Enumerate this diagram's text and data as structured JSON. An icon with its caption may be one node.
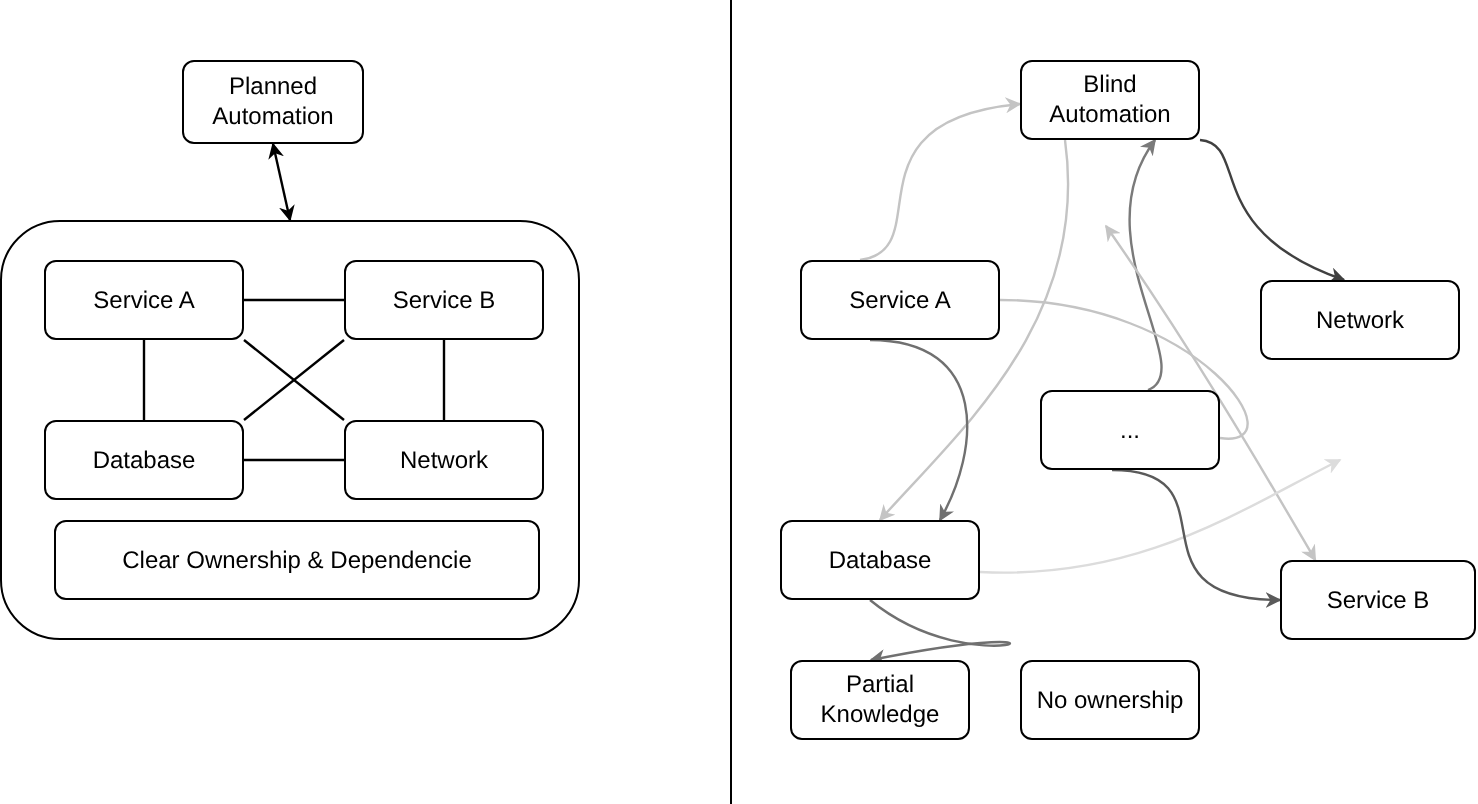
{
  "diagram": {
    "nodes": [
      {
        "text": [
          "Planned Automation"
        ]
      },
      {
        "text": [],
        "shape": "box"
      },
      {
        "text": [
          "Service A"
        ],
        "in": 1
      },
      {
        "text": [
          "Service B"
        ],
        "in": 1
      },
      {
        "text": [
          "Database"
        ],
        "in": 1
      },
      {
        "text": [
          "Network"
        ],
        "in": 1
      },
      {
        "text": [
          "Clear Ownership & Dependencie"
        ],
        "in": 1
      },
      {
        "text": [
          "Blind Automation"
        ]
      },
      {
        "text": [
          "Service A"
        ]
      },
      {
        "text": [
          "Network"
        ]
      },
      {
        "text": [
          "..."
        ]
      },
      {
        "text": [
          "Database"
        ]
      },
      {
        "text": [
          "Service B"
        ]
      },
      {
        "text": [
          "Partial Knowledge"
        ]
      },
      {
        "text": [
          "No ownership"
        ]
      }
    ],
    "edges": [
      {
        "from": 0,
        "to": 1,
        "arrow": "both"
      },
      {
        "from": 2,
        "to": 3,
        "arrow": "none"
      },
      {
        "from": 2,
        "to": 4,
        "arrow": "none"
      },
      {
        "from": 3,
        "to": 5,
        "arrow": "none"
      },
      {
        "from": 4,
        "to": 5,
        "arrow": "none"
      },
      {
        "from": 2,
        "to": 5,
        "arrow": "none"
      },
      {
        "from": 4,
        "to": 3,
        "arrow": "none"
      },
      {
        "from": 8,
        "to": 7,
        "arrow": "to",
        "color": "#c4c4c4"
      },
      {
        "from": 7,
        "to": 11,
        "arrow": "to",
        "color": "#c4c4c4"
      },
      {
        "from": 10,
        "to": 7,
        "arrow": "to",
        "color": "#7a7a7a"
      },
      {
        "from": 7,
        "to": 9,
        "arrow": "to",
        "color": "#404040"
      },
      {
        "from": 8,
        "to": 11,
        "arrow": "to",
        "color": "#707070"
      },
      {
        "from": 8,
        "to": 10,
        "arrow": "none",
        "color": "#c4c4c4"
      },
      {
        "from": null,
        "to": 12,
        "arrow": "both",
        "color": "#c4c4c4"
      },
      {
        "from": 11,
        "to": null,
        "arrow": "to",
        "color": "#dcdcdc"
      },
      {
        "from": 10,
        "to": 12,
        "arrow": "to",
        "color": "#5a5a5a"
      },
      {
        "from": 11,
        "to": 13,
        "arrow": "to",
        "color": "#707070"
      }
    ]
  }
}
